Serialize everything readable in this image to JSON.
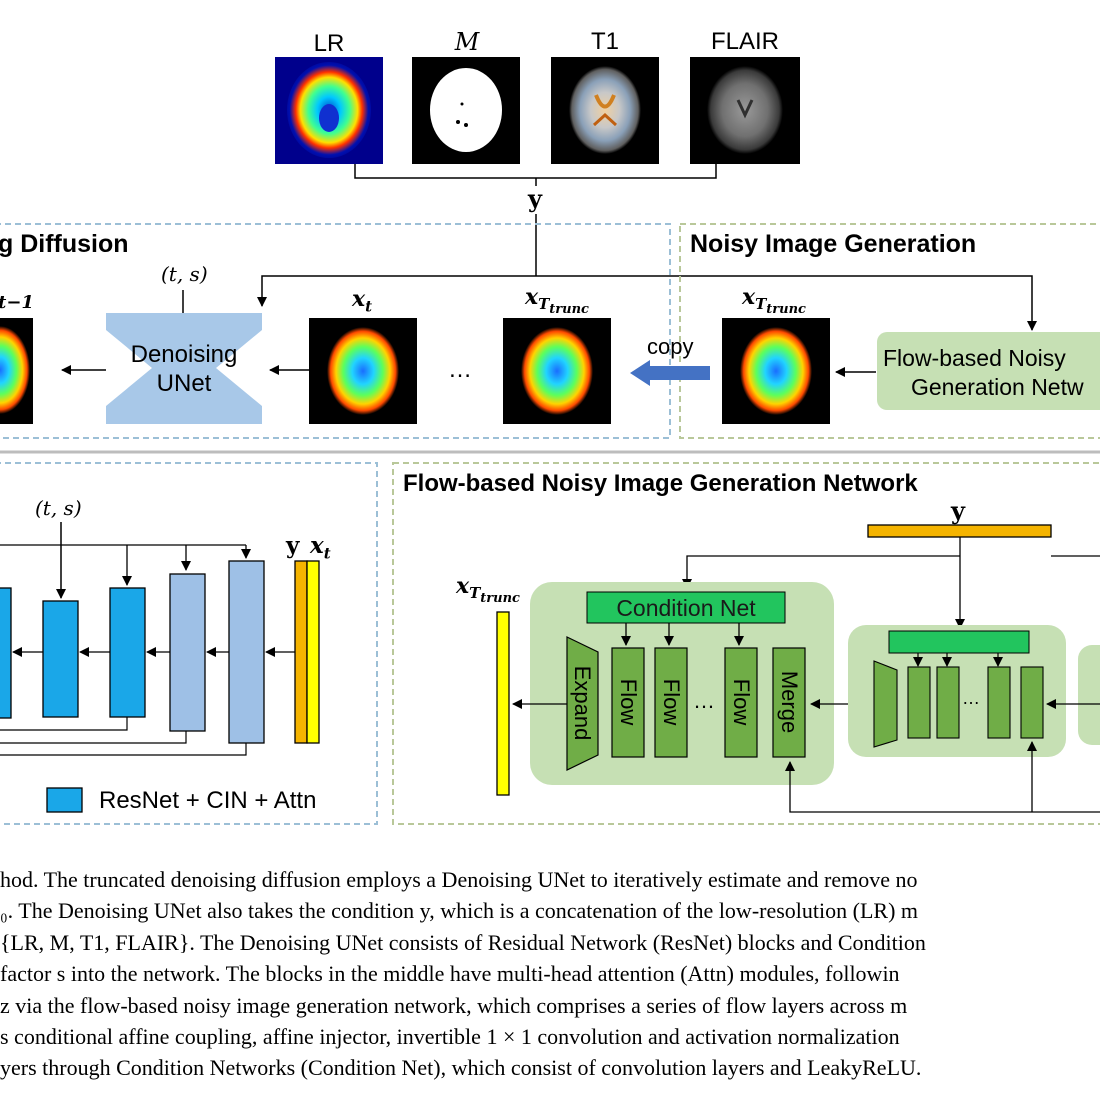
{
  "top_images": {
    "lr_label": "LR",
    "mask_label": "M",
    "t1_label": "T1",
    "flair_label": "FLAIR",
    "condition_label": "y"
  },
  "diffusion_panel": {
    "title": "g Diffusion",
    "condition_ts": "(t, s)",
    "prev_label": "t−1",
    "unet_label_1": "Denoising",
    "unet_label_2": "UNet",
    "xt_label": "x",
    "xt_sub": "t",
    "ellipsis": "…",
    "xtrunc_label": "x",
    "xtrunc_sub": "T",
    "xtrunc_subsub": "trunc",
    "copy_label": "copy"
  },
  "noisy_panel": {
    "title": "Noisy Image Generation",
    "xtrunc_label": "x",
    "xtrunc_sub": "T",
    "xtrunc_subsub": "trunc",
    "flow_box_line1": "Flow-based Noisy",
    "flow_box_line2": "Generation Netw"
  },
  "unet_detail_panel": {
    "condition_ts": "(t, s)",
    "y_label": "y",
    "xt_label": "x",
    "xt_sub": "t",
    "legend_label": "ResNet + CIN + Attn"
  },
  "flow_network_panel": {
    "title": "Flow-based Noisy Image Generation Network",
    "y_label": "y",
    "xtrunc_label": "x",
    "xtrunc_sub": "T",
    "xtrunc_subsub": "trunc",
    "condition_net_label": "Condition Net",
    "expand_label": "Expand",
    "flow_labels": [
      "Flow",
      "Flow",
      "Flow"
    ],
    "merge_label": "Merge",
    "ellipsis": "…"
  },
  "caption_lines": [
    "hod. The truncated denoising diffusion employs a Denoising UNet to iteratively estimate and remove no",
    "₀. The Denoising UNet also takes the condition y, which is a concatenation of the low-resolution (LR) m",
    "{LR, M, T1, FLAIR}. The Denoising UNet consists of Residual Network (ResNet) blocks and Condition",
    "factor s into the network. The blocks in the middle have multi-head attention (Attn) modules, followin",
    "z via the flow-based noisy image generation network, which comprises a series of flow layers across m",
    "s conditional affine coupling, affine injector, invertible 1 × 1 convolution and activation normalization",
    "yers through Condition Networks (Condition Net), which consist of convolution layers and LeakyReLU."
  ],
  "colors": {
    "panel_border": "#9cbfd6",
    "panel_border_green": "#b9c89a",
    "unet_fill": "#a8c8e8",
    "block_cyan": "#1aa7e8",
    "block_light": "#9ec0e6",
    "green_light": "#c6e0b4",
    "green_bright": "#22c55e",
    "green_mid": "#70ad47",
    "yellow": "#ffff00",
    "orange": "#f5b400",
    "copy_arrow": "#4472c4"
  }
}
